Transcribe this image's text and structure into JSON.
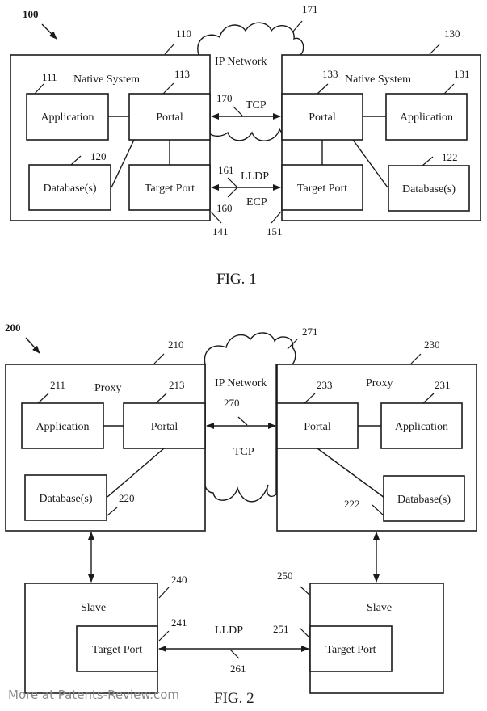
{
  "fig1": {
    "ref_main": "100",
    "caption": "FIG. 1",
    "cloud": {
      "ref": "171",
      "label": "IP Network"
    },
    "left_system": {
      "ref": "110",
      "title": "Native System",
      "application": {
        "ref": "111",
        "label": "Application"
      },
      "portal": {
        "ref": "113",
        "label": "Portal"
      },
      "database": {
        "ref": "120",
        "label": "Database(s)"
      },
      "target_port": {
        "ref": "141",
        "label": "Target Port"
      }
    },
    "right_system": {
      "ref": "130",
      "title": "Native System",
      "application": {
        "ref": "131",
        "label": "Application"
      },
      "portal": {
        "ref": "133",
        "label": "Portal"
      },
      "database": {
        "ref": "122",
        "label": "Database(s)"
      },
      "target_port": {
        "ref": "151",
        "label": "Target Port"
      }
    },
    "tcp_link": {
      "ref": "170",
      "label": "TCP"
    },
    "lldp_link": {
      "ref_top": "161",
      "ref_bottom": "160",
      "label_top": "LLDP",
      "label_bottom": "ECP"
    }
  },
  "fig2": {
    "ref_main": "200",
    "caption": "FIG. 2",
    "cloud": {
      "ref": "271",
      "label": "IP Network"
    },
    "left_proxy": {
      "ref": "210",
      "title": "Proxy",
      "application": {
        "ref": "211",
        "label": "Application"
      },
      "portal": {
        "ref": "213",
        "label": "Portal"
      },
      "database": {
        "ref": "220",
        "label": "Database(s)"
      }
    },
    "right_proxy": {
      "ref": "230",
      "title": "Proxy",
      "application": {
        "ref": "231",
        "label": "Application"
      },
      "portal": {
        "ref": "233",
        "label": "Portal"
      },
      "database": {
        "ref": "222",
        "label": "Database(s)"
      }
    },
    "tcp_link": {
      "ref": "270",
      "label": "TCP"
    },
    "left_slave": {
      "ref": "240",
      "title": "Slave",
      "target_port": {
        "ref": "241",
        "label": "Target Port"
      }
    },
    "right_slave": {
      "ref": "250",
      "title": "Slave",
      "target_port": {
        "ref": "251",
        "label": "Target Port"
      }
    },
    "lldp_link": {
      "ref": "261",
      "label": "LLDP"
    }
  },
  "watermark": "More at Patents-Review.com"
}
